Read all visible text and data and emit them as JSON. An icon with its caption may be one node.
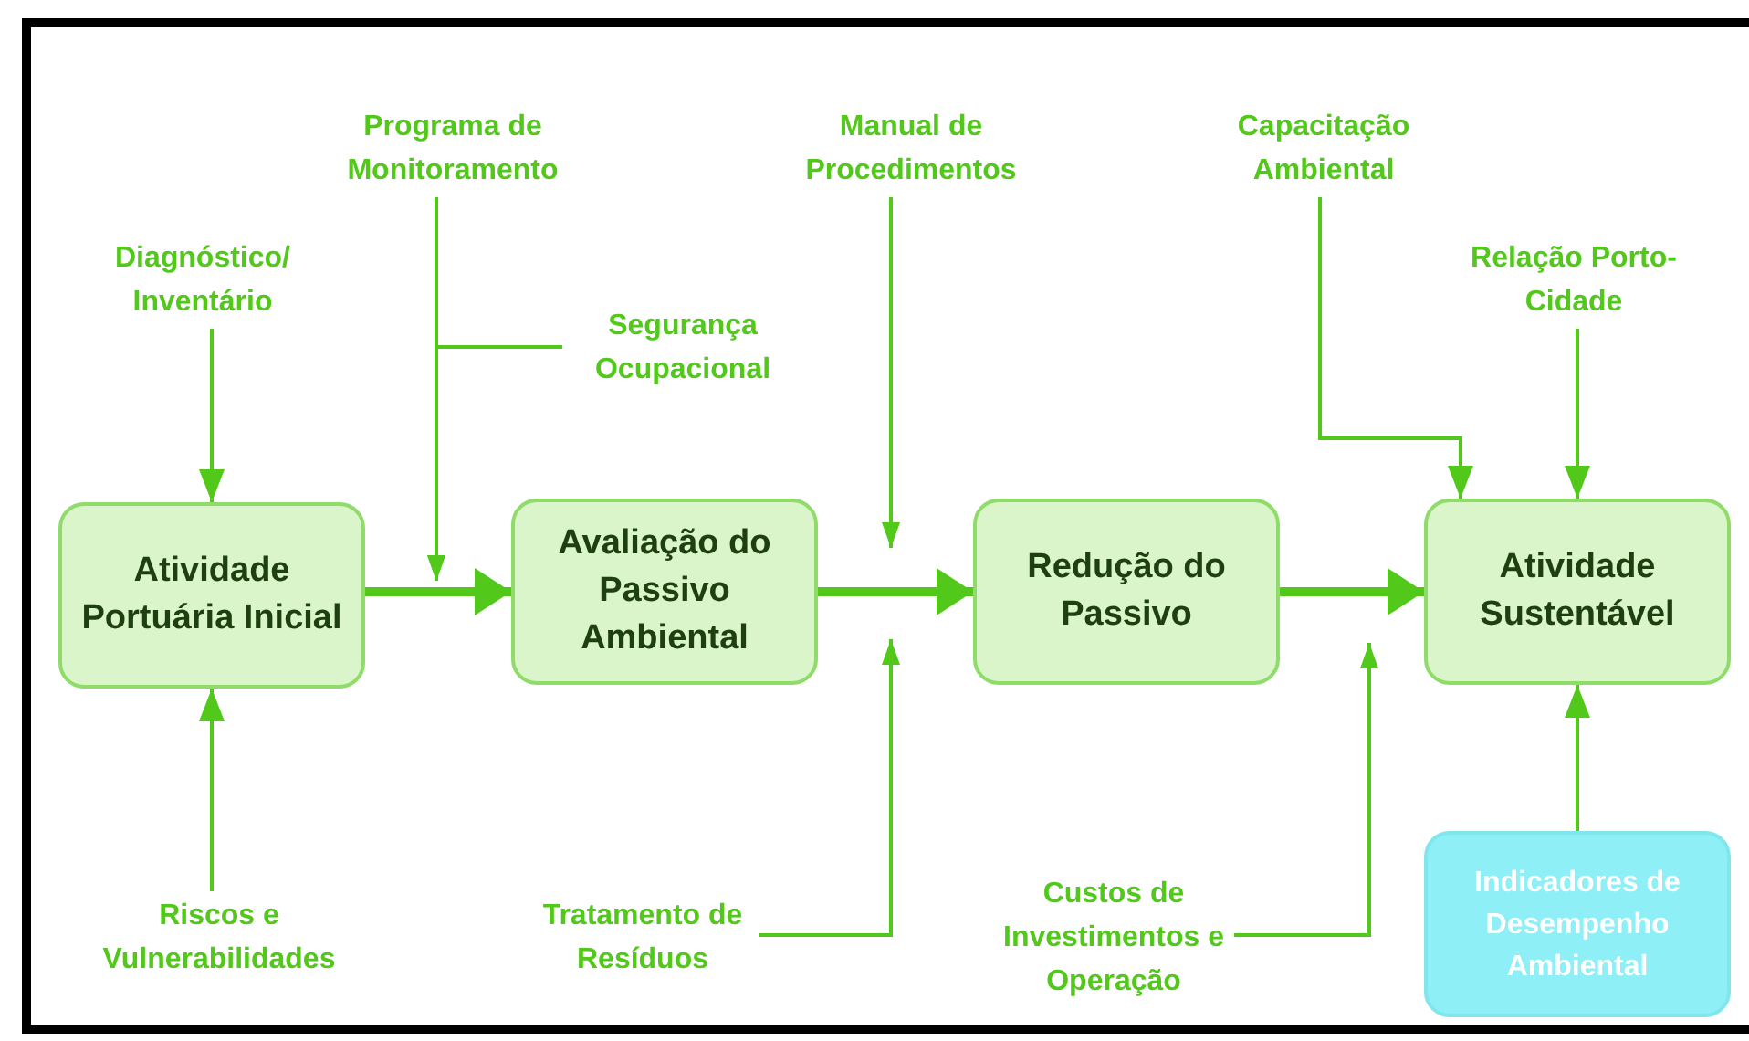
{
  "diagram": {
    "nodes": [
      {
        "text": [
          "Atividade Portuária Inicial"
        ]
      },
      {
        "text": [
          "Avaliação do Passivo Ambiental"
        ]
      },
      {
        "text": [
          "Redução do Passivo"
        ]
      },
      {
        "text": [
          "Atividade Sustentável"
        ]
      },
      {
        "text": [
          "Indicadores de Desempenho Ambiental"
        ]
      },
      {
        "text": [
          "Diagnóstico/ Inventário"
        ]
      },
      {
        "text": [
          "Programa de Monitoramento"
        ]
      },
      {
        "text": [
          "Segurança Ocupacional"
        ]
      },
      {
        "text": [
          "Manual de Procedimentos"
        ]
      },
      {
        "text": [
          "Capacitação Ambiental"
        ]
      },
      {
        "text": [
          "Relação Porto-Cidade"
        ]
      },
      {
        "text": [
          "Riscos e Vulnerabilidades"
        ]
      },
      {
        "text": [
          "Tratamento de Resíduos"
        ]
      },
      {
        "text": [
          "Custos de Investimentos e Operação"
        ]
      }
    ],
    "edges": [
      {
        "from": 0,
        "to": 1,
        "arrow": "to",
        "style": "thick"
      },
      {
        "from": 1,
        "to": 2,
        "arrow": "to",
        "style": "thick"
      },
      {
        "from": 2,
        "to": 3,
        "arrow": "to",
        "style": "thick"
      },
      {
        "from": 5,
        "to": 0,
        "arrow": "to"
      },
      {
        "from": 11,
        "to": 0,
        "arrow": "to"
      },
      {
        "from": 6,
        "to": null,
        "arrow": "to"
      },
      {
        "from": 7,
        "to": null,
        "arrow": "to"
      },
      {
        "from": 8,
        "to": null,
        "arrow": "to"
      },
      {
        "from": 12,
        "to": null,
        "arrow": "to"
      },
      {
        "from": 9,
        "to": 3,
        "arrow": "to"
      },
      {
        "from": 10,
        "to": 3,
        "arrow": "to"
      },
      {
        "from": 13,
        "to": null,
        "arrow": "to"
      },
      {
        "from": 4,
        "to": 3,
        "arrow": "to"
      }
    ]
  }
}
